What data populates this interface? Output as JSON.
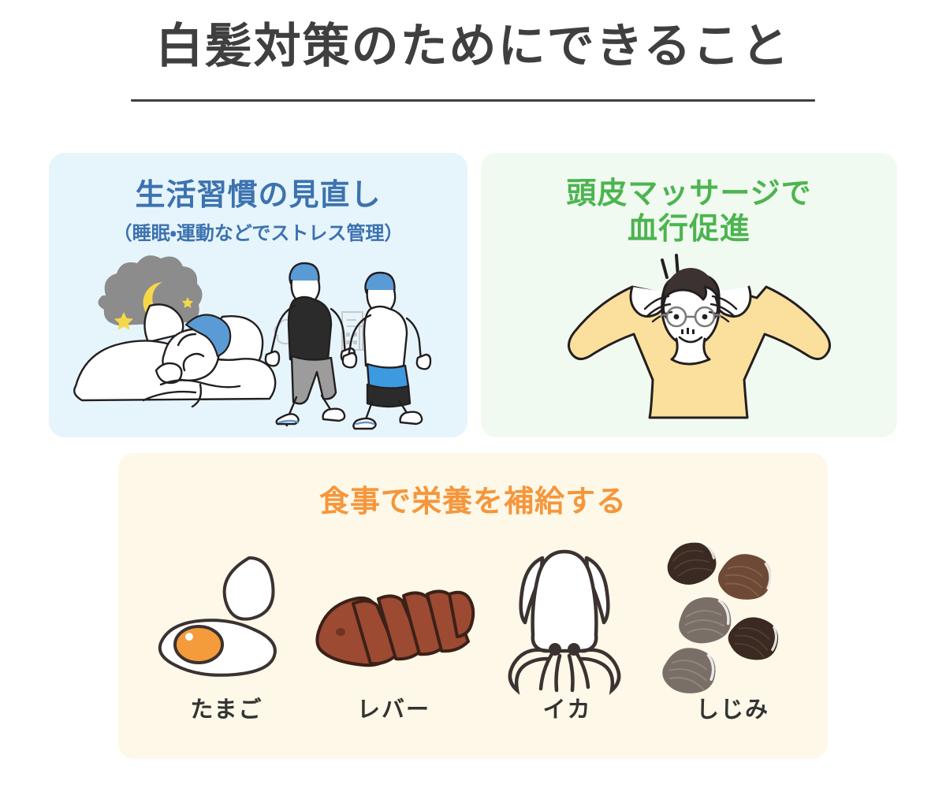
{
  "header": {
    "title": "白髪対策のためにできること"
  },
  "cards": {
    "lifestyle": {
      "heading": "生活習慣の見直し",
      "subheading": "（睡眠・運動などでストレス管理）",
      "color": "#3c72b0",
      "background": "#e6f5fc",
      "illustrations": [
        "sleeping-person-with-night-sky-thought-cloud",
        "two-people-walking-outdoors"
      ]
    },
    "massage": {
      "heading_line1": "頭皮マッサージで",
      "heading_line2": "血行促進",
      "color": "#4cb450",
      "background": "#f1faf0",
      "illustrations": [
        "person-massaging-scalp-with-both-hands"
      ]
    },
    "diet": {
      "heading": "食事で栄養を補給する",
      "color": "#f5963c",
      "background": "#fdf8e7",
      "foods": [
        {
          "label": "たまご",
          "icon": "egg-illustration"
        },
        {
          "label": "レバー",
          "icon": "liver-slices-illustration"
        },
        {
          "label": "イカ",
          "icon": "squid-illustration"
        },
        {
          "label": "しじみ",
          "icon": "clams-illustration"
        }
      ]
    }
  },
  "palette": {
    "title_text": "#3f3f3f",
    "rule": "#3f3f3f",
    "blue": "#3c72b0",
    "green": "#4cb450",
    "orange": "#f5963c",
    "ink": "#231f20",
    "hair_blue": "#5b9bd5",
    "shirt_yellow": "#fbdf9c",
    "yolk_orange": "#f49b3c",
    "liver_brown": "#9c4a32",
    "moon_yellow": "#f5d84a",
    "cloud_gray": "#8c8c8c"
  }
}
